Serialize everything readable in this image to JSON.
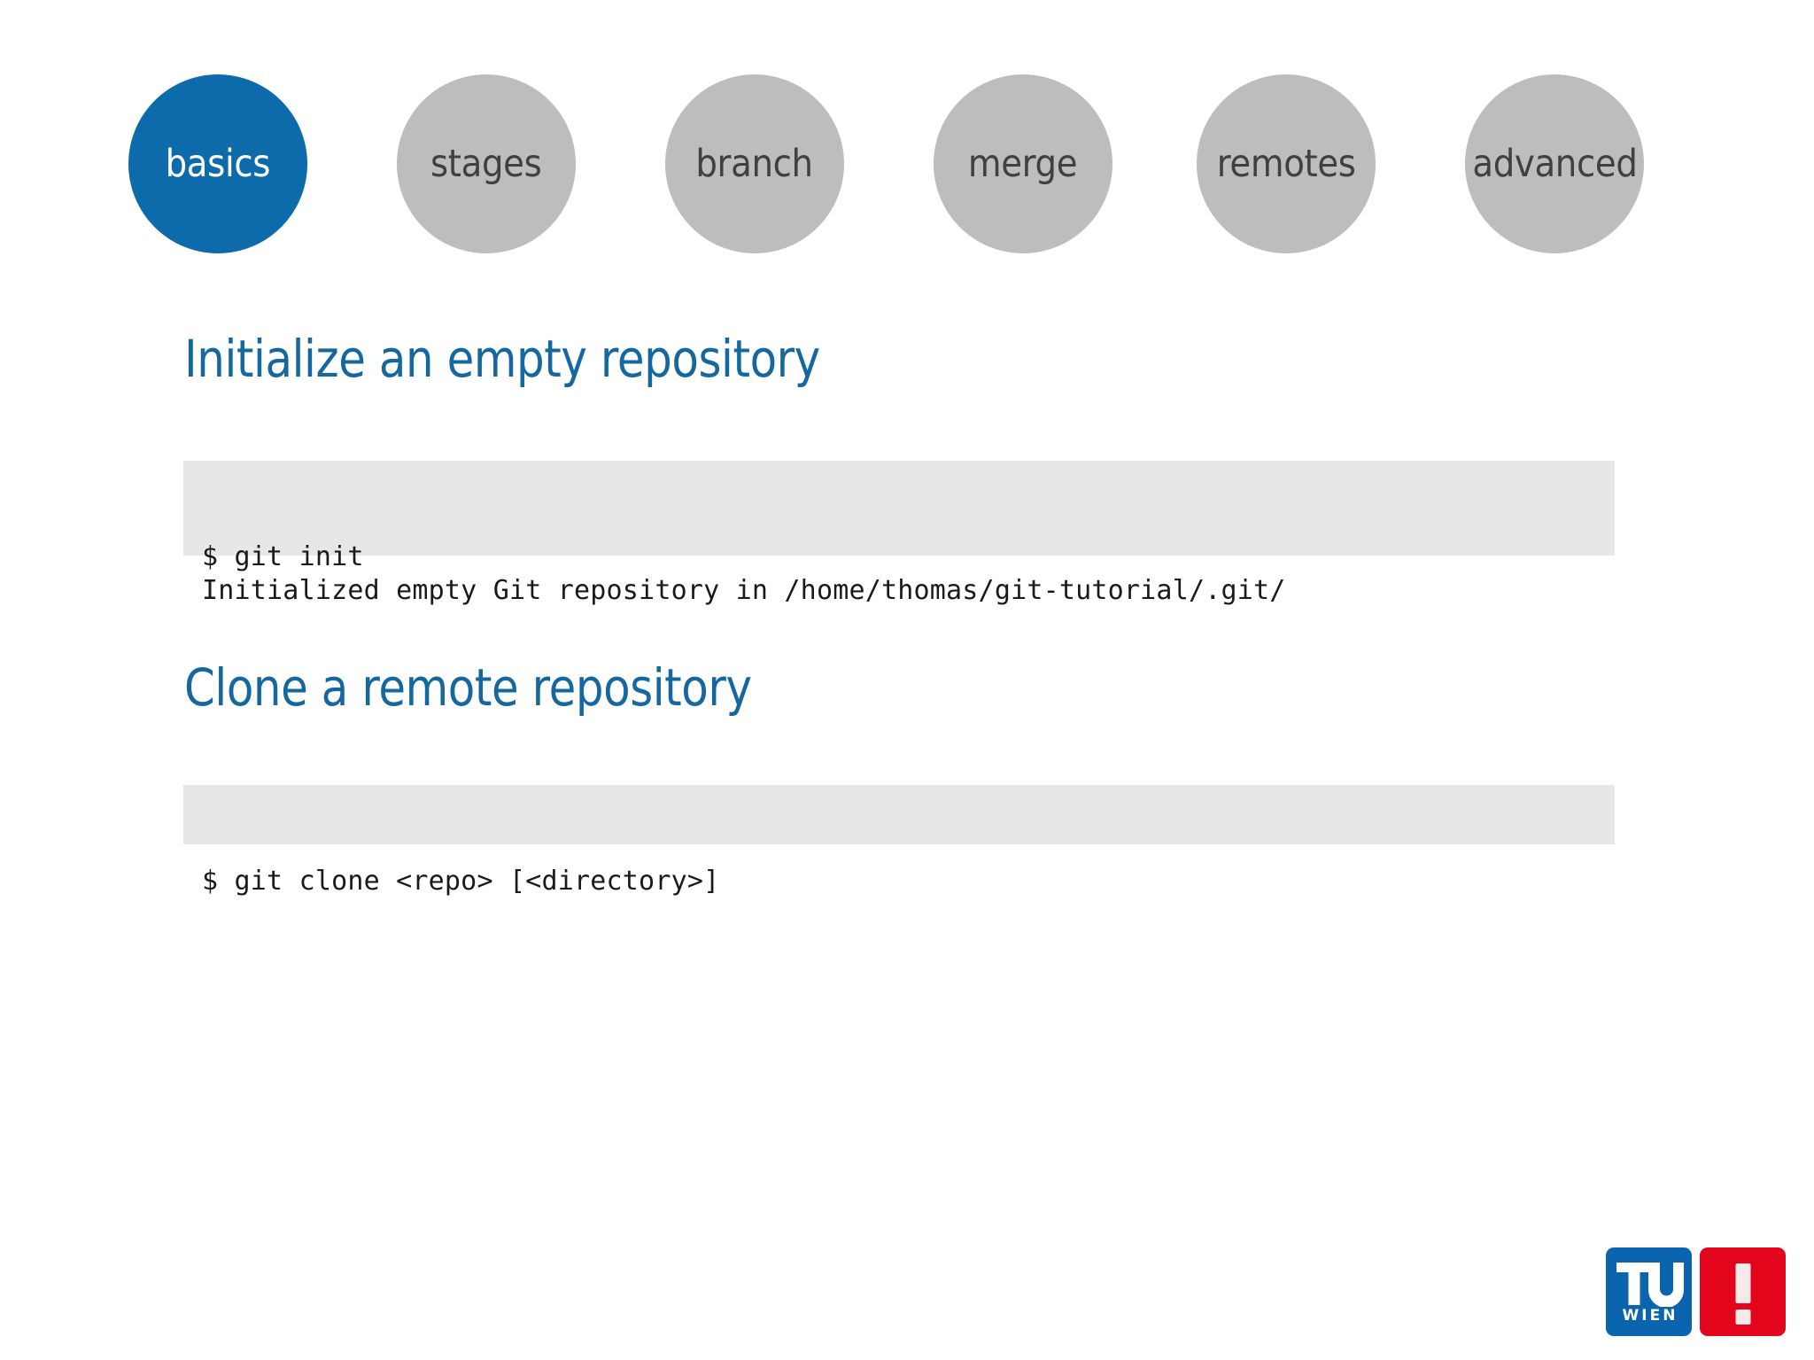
{
  "slide": {
    "background_color": "#ffffff",
    "active_color": "#0d6bab",
    "inactive_color": "#bebdbe",
    "heading_color": "#15689f",
    "code_bg_color": "#e7e6e8"
  },
  "nav": {
    "items": [
      {
        "label": "basics",
        "active": true
      },
      {
        "label": "stages",
        "active": false
      },
      {
        "label": "branch",
        "active": false
      },
      {
        "label": "merge",
        "active": false
      },
      {
        "label": "remotes",
        "active": false
      },
      {
        "label": "advanced",
        "active": false
      }
    ]
  },
  "sections": [
    {
      "heading": "Initialize an empty repository",
      "code_lines": [
        "$ git init",
        "Initialized empty Git repository in /home/thomas/git-tutorial/.git/"
      ]
    },
    {
      "heading": "Clone a remote repository",
      "code_lines": [
        "$ git clone <repo> [<directory>]"
      ]
    }
  ],
  "logo": {
    "name": "tu-wien-logo",
    "tu_text": "TU",
    "wien_text": "WIEN",
    "exclamation": "!",
    "blue": "#0a64ae",
    "red": "#e3051b"
  }
}
